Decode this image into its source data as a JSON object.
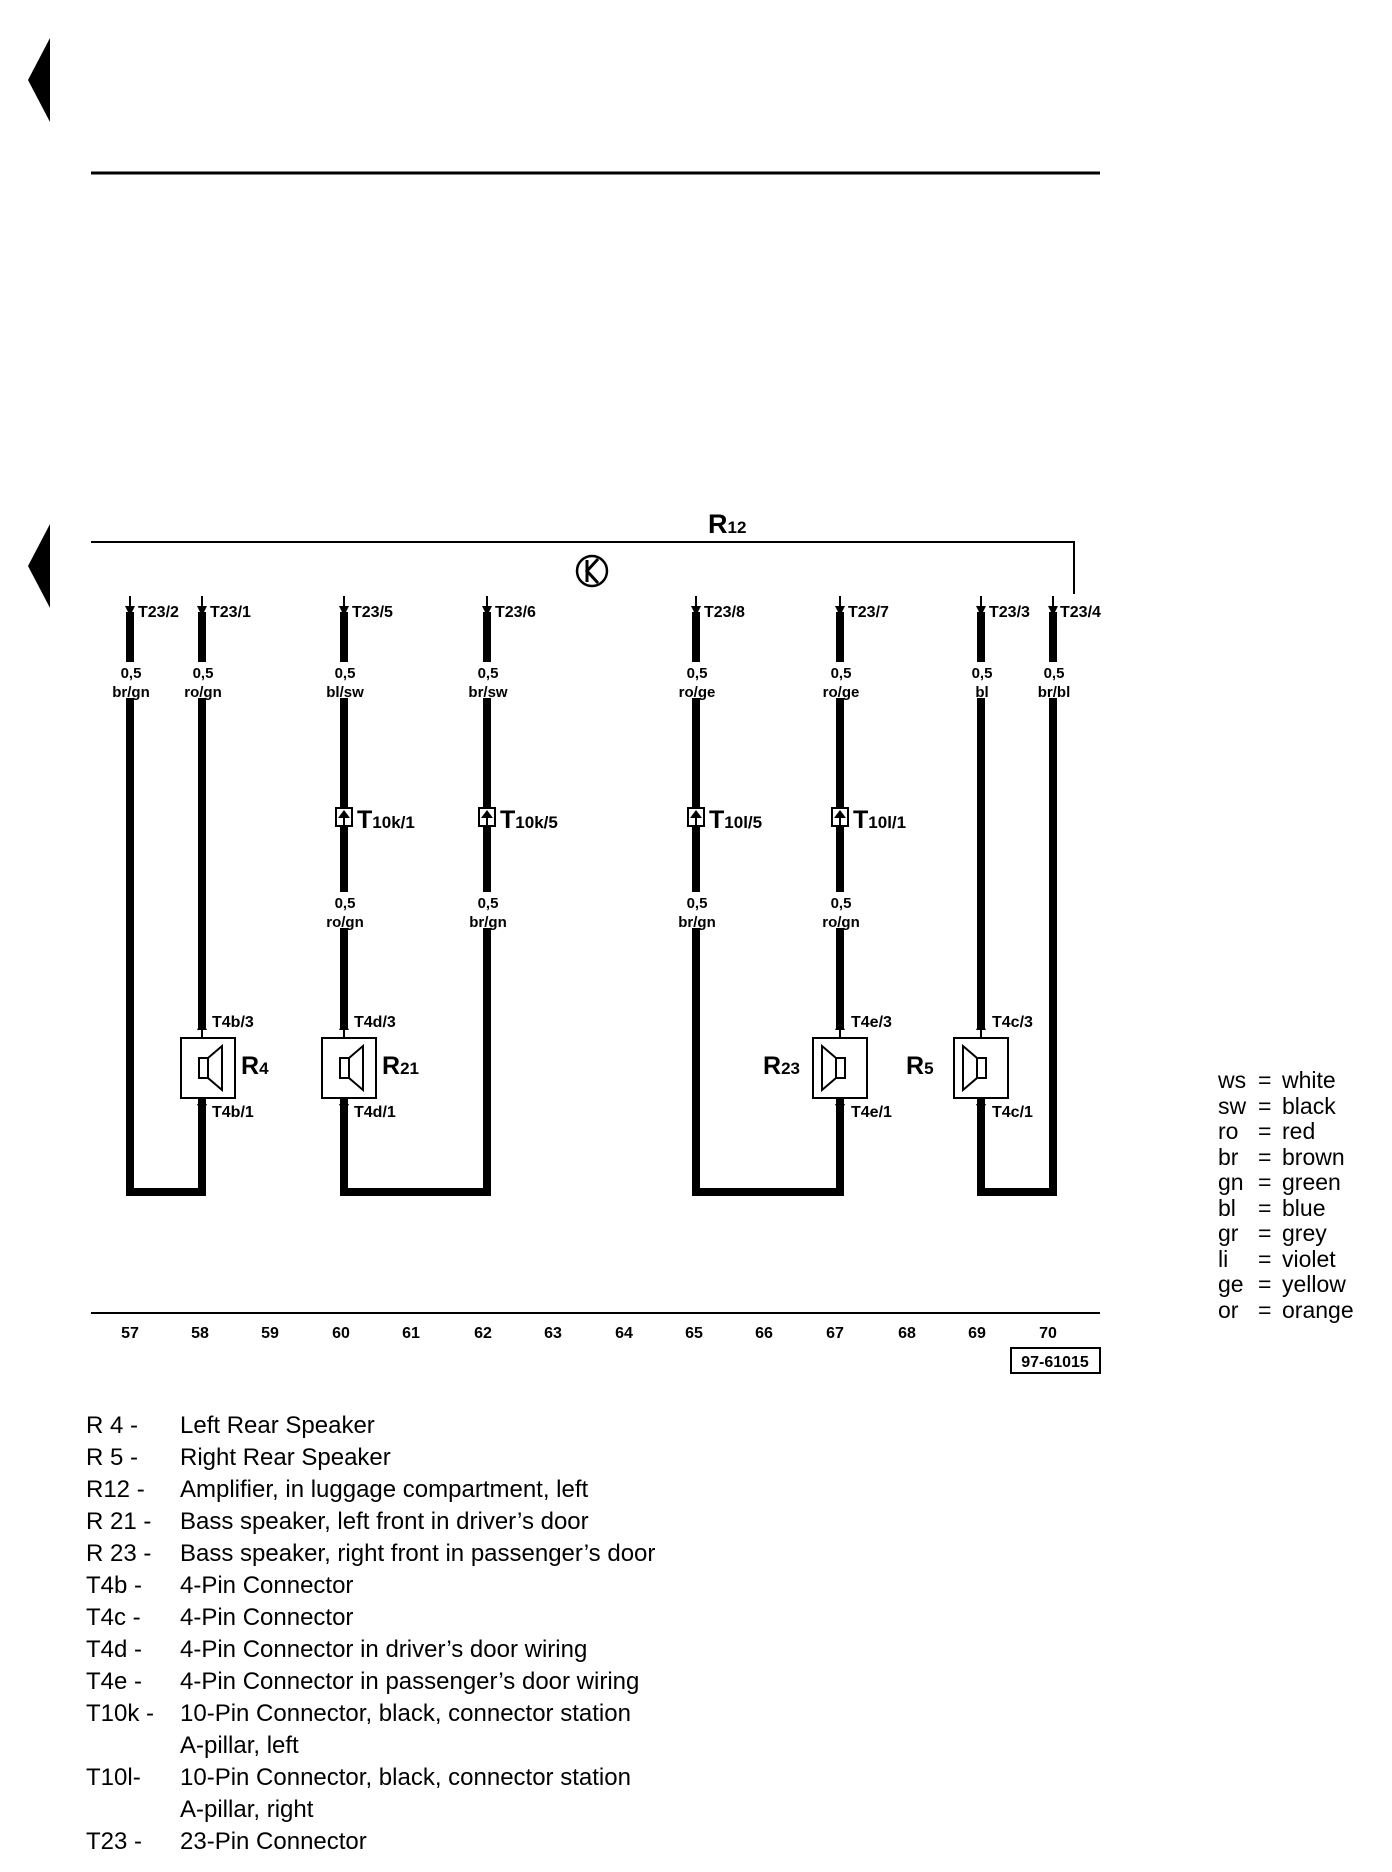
{
  "amplifier": {
    "code": "R",
    "sub": "12"
  },
  "wires": [
    {
      "pin": "T23/2",
      "cross": "0,5",
      "color": "br/gn"
    },
    {
      "pin": "T23/1",
      "cross": "0,5",
      "color": "ro/gn"
    },
    {
      "pin": "T23/5",
      "cross": "0,5",
      "color": "bl/sw",
      "conn": {
        "main": "T",
        "sub": "10k/1"
      },
      "cross2": "0,5",
      "color2": "ro/gn"
    },
    {
      "pin": "T23/6",
      "cross": "0,5",
      "color": "br/sw",
      "conn": {
        "main": "T",
        "sub": "10k/5"
      },
      "cross2": "0,5",
      "color2": "br/gn"
    },
    {
      "pin": "T23/8",
      "cross": "0,5",
      "color": "ro/ge",
      "conn": {
        "main": "T",
        "sub": "10l/5"
      },
      "cross2": "0,5",
      "color2": "br/gn"
    },
    {
      "pin": "T23/7",
      "cross": "0,5",
      "color": "ro/ge",
      "conn": {
        "main": "T",
        "sub": "10l/1"
      },
      "cross2": "0,5",
      "color2": "ro/gn"
    },
    {
      "pin": "T23/3",
      "cross": "0,5",
      "color": "bl"
    },
    {
      "pin": "T23/4",
      "cross": "0,5",
      "color": "br/bl"
    }
  ],
  "speakers": [
    {
      "code": "R",
      "sub": "4",
      "top_pin": "T4b/3",
      "bottom_pin": "T4b/1"
    },
    {
      "code": "R",
      "sub": "21",
      "top_pin": "T4d/3",
      "bottom_pin": "T4d/1"
    },
    {
      "code": "R",
      "sub": "23",
      "top_pin": "T4e/3",
      "bottom_pin": "T4e/1"
    },
    {
      "code": "R",
      "sub": "5",
      "top_pin": "T4c/3",
      "bottom_pin": "T4c/1"
    }
  ],
  "columns": [
    "57",
    "58",
    "59",
    "60",
    "61",
    "62",
    "63",
    "64",
    "65",
    "66",
    "67",
    "68",
    "69",
    "70"
  ],
  "ref_number": "97-61015",
  "color_legend": [
    {
      "code": "ws",
      "name": "white"
    },
    {
      "code": "sw",
      "name": "black"
    },
    {
      "code": "ro",
      "name": "red"
    },
    {
      "code": "br",
      "name": "brown"
    },
    {
      "code": "gn",
      "name": "green"
    },
    {
      "code": "bl",
      "name": "blue"
    },
    {
      "code": "gr",
      "name": "grey"
    },
    {
      "code": "li",
      "name": "violet"
    },
    {
      "code": "ge",
      "name": "yellow"
    },
    {
      "code": "or",
      "name": "orange"
    }
  ],
  "parts_legend": [
    {
      "code": "R 4 -",
      "desc": " Left Rear Speaker"
    },
    {
      "code": "R 5 -",
      "desc": " Right Rear Speaker"
    },
    {
      "code": "R12 -",
      "desc": "Amplifier, in luggage compartment, left"
    },
    {
      "code": "R 21 -",
      "desc": " Bass speaker, left front in driver’s door"
    },
    {
      "code": "R 23 -",
      "desc": " Bass speaker, right front in passenger’s door"
    },
    {
      "code": "T4b -",
      "desc": "4-Pin Connector"
    },
    {
      "code": "T4c -",
      "desc": "4-Pin Connector"
    },
    {
      "code": "T4d -",
      "desc": "4-Pin Connector in driver’s door wiring"
    },
    {
      "code": "T4e -",
      "desc": "4-Pin Connector in passenger’s door wiring"
    },
    {
      "code": "T10k -",
      "desc": "10-Pin Connector, black, connector station\nA-pillar, left"
    },
    {
      "code": "T10l-",
      "desc": " 10-Pin Connector, black, connector station\nA-pillar, right"
    },
    {
      "code": "T23 -",
      "desc": "23-Pin Connector"
    }
  ]
}
